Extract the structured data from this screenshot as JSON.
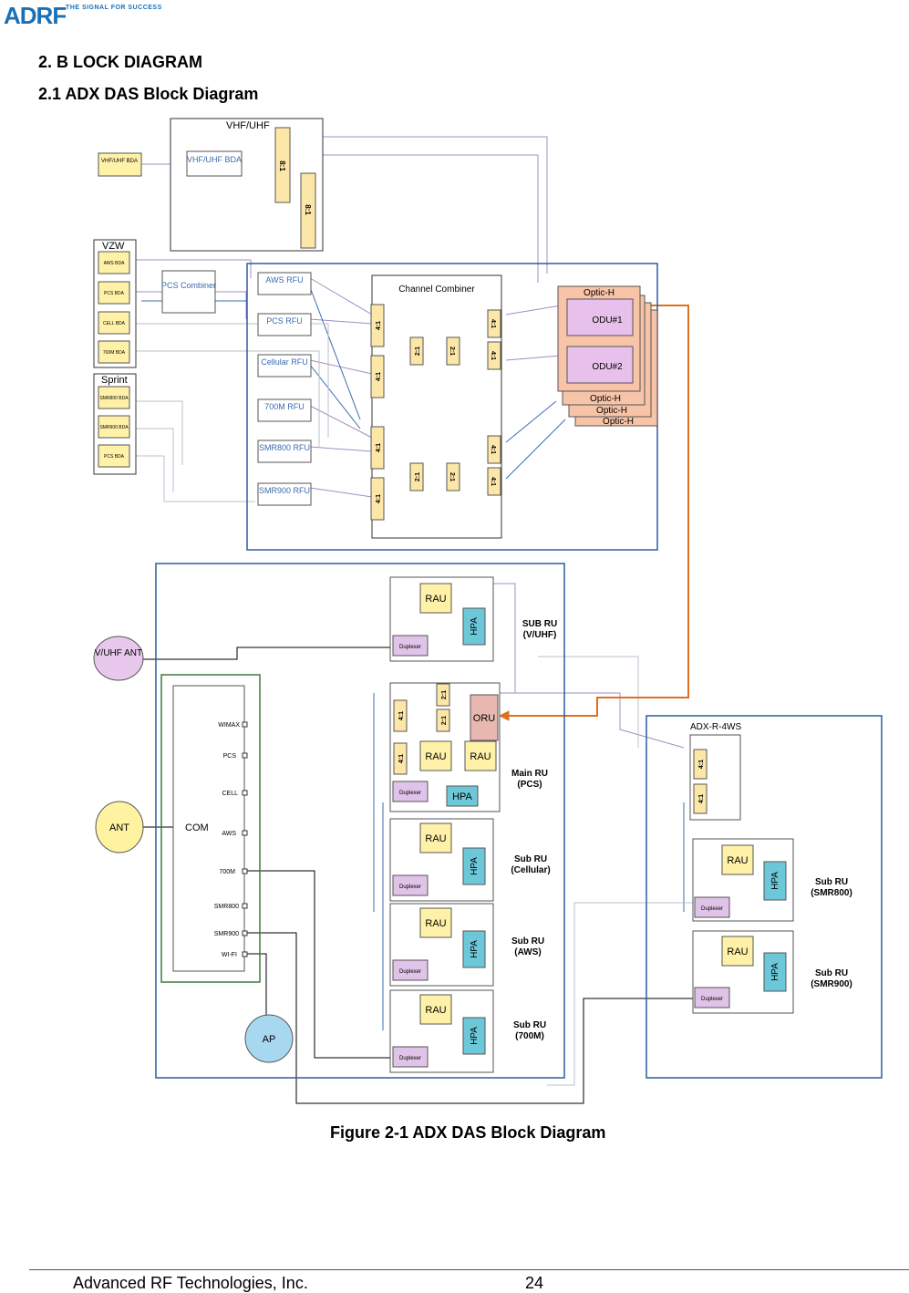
{
  "header": {
    "logo_text": "ADRF",
    "tagline": "THE SIGNAL FOR SUCCESS"
  },
  "section_title": "2. B   LOCK DIAGRAM",
  "subsection_title": "2.1  ADX DAS Block Diagram",
  "diagram": {
    "vhf_group": "VHF/UHF",
    "vhf_bda_ext": "VHF/UHF BDA",
    "vhf_bda_int": "VHF/UHF BDA",
    "vzw": "VZW",
    "sprint": "Sprint",
    "vzw_bdas": [
      "AWS BDA",
      "PCS BDA",
      "CELL BDA",
      "700M BDA"
    ],
    "sprint_bdas": [
      "SMR800 BDA",
      "SMR900 BDA",
      "PCS BDA"
    ],
    "pcs_combiner": "PCS Combiner",
    "rfus": [
      "AWS RFU",
      "PCS RFU",
      "Cellular RFU",
      "700M RFU",
      "SMR800 RFU",
      "SMR900 RFU"
    ],
    "channel_combiner": "Channel Combiner",
    "optic": "Optic-H",
    "odu1": "ODU#1",
    "odu2": "ODU#2",
    "ratios": [
      "8:1",
      "8:1",
      "4:1",
      "2:1"
    ],
    "vuhf_ant": "V/UHF ANT",
    "ant": "ANT",
    "ap": "AP",
    "com": "COM",
    "ports": [
      "WIMAX",
      "PCS",
      "CELL",
      "AWS",
      "700M",
      "SMR800",
      "SMR900",
      "WI-FI"
    ],
    "rau": "RAU",
    "hpa": "HPA",
    "duplexer": "Duplexer",
    "oru": "ORU",
    "adx_r": "ADX-R-4WS",
    "ru_labels": [
      [
        "SUB RU",
        "(V/UHF)"
      ],
      [
        "Main RU",
        "(PCS)"
      ],
      [
        "Sub RU",
        "(Cellular)"
      ],
      [
        "Sub RU",
        "(AWS)"
      ],
      [
        "Sub RU",
        "(700M)"
      ],
      [
        "Sub RU",
        "(SMR800)"
      ],
      [
        "Sub RU",
        "(SMR900)"
      ]
    ],
    "colors": {
      "blue_box": "#2e5d9f",
      "green_box": "#3c7a3c",
      "orange_link": "#e07020",
      "yellow": "#fff2a8",
      "hpa": "#6cc8d8",
      "duplexer": "#e0c3e8",
      "oru": "#e8b8b0",
      "ant": "#fff2a0",
      "ap": "#a8d8f0",
      "vuhf": "#e8c8ec",
      "optic": "#f8c4a8"
    }
  },
  "figure_caption": "Figure 2-1   ADX DAS Block Diagram",
  "footer": {
    "company": "Advanced RF Technologies, Inc.",
    "page": "24"
  }
}
